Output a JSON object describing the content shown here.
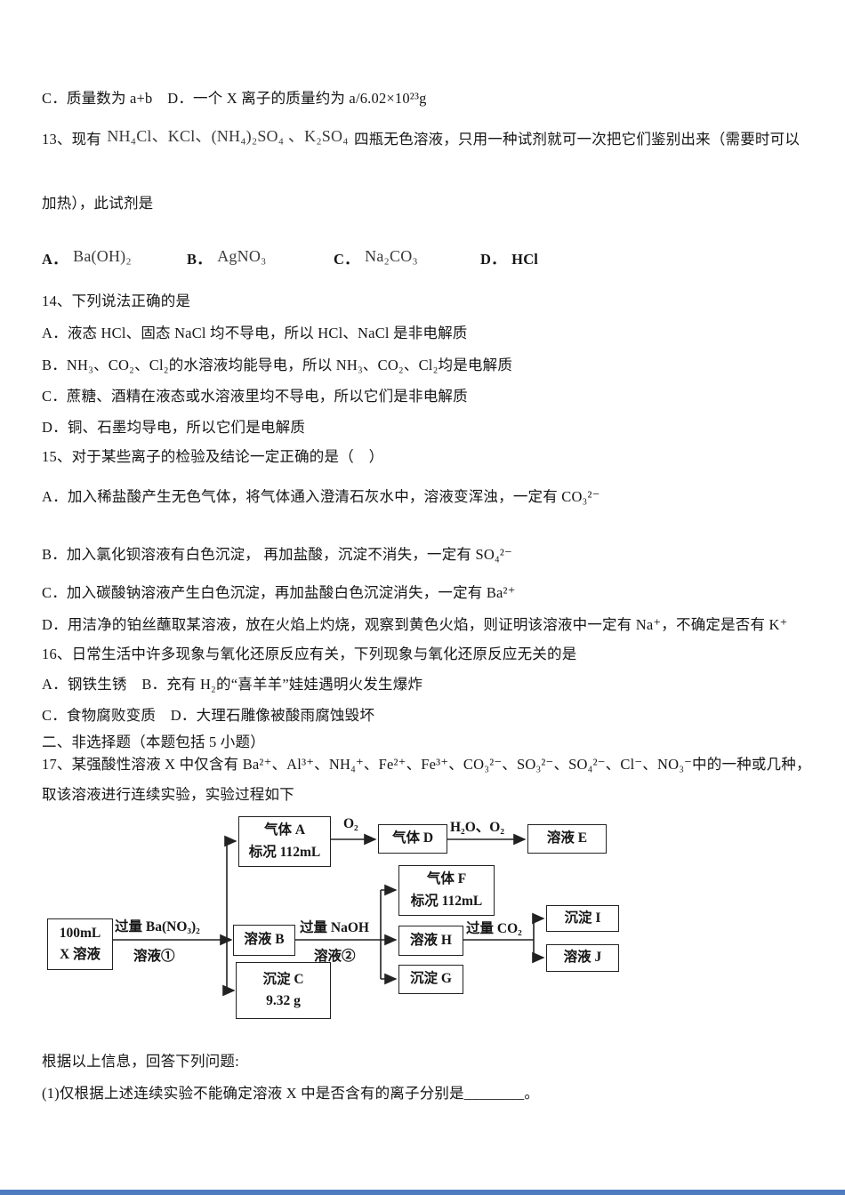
{
  "doc": {
    "prelude": "C．质量数为 a+b　D．一个 X 离子的质量约为 a/6.02×10²³g",
    "q13": {
      "stem_pre": "13、现有",
      "stem_formulas": "NH₄Cl、KCl、(NH₄)₂SO₄ 、K₂SO₄",
      "stem_post": "四瓶无色溶液，只用一种试剂就可一次把它们鉴别出来（需要时可以",
      "stem_line2": "加热），此试剂是",
      "options": [
        {
          "label": "A．",
          "formula": "Ba(OH)₂"
        },
        {
          "label": "B．",
          "formula": "AgNO₃"
        },
        {
          "label": "C．",
          "formula": "Na₂CO₃"
        },
        {
          "label": "D．",
          "formula": "HCl"
        }
      ]
    },
    "q14": {
      "stem": "14、下列说法正确的是",
      "options": [
        "A．液态 HCl、固态 NaCl 均不导电，所以 HCl、NaCl 是非电解质",
        "B．NH₃、CO₂、Cl₂的水溶液均能导电，所以 NH₃、CO₂、Cl₂均是电解质",
        "C．蔗糖、酒精在液态或水溶液里均不导电，所以它们是非电解质",
        "D．铜、石墨均导电，所以它们是电解质"
      ]
    },
    "q15": {
      "stem": "15、对于某些离子的检验及结论一定正确的是（　）",
      "options": [
        "A．加入稀盐酸产生无色气体，将气体通入澄清石灰水中，溶液变浑浊，一定有 CO₃²⁻",
        "B．加入氯化钡溶液有白色沉淀， 再加盐酸，沉淀不消失，一定有 SO₄²⁻",
        "C．加入碳酸钠溶液产生白色沉淀，再加盐酸白色沉淀消失，一定有 Ba²⁺",
        "D．用洁净的铂丝蘸取某溶液，放在火焰上灼烧，观察到黄色火焰，则证明该溶液中一定有 Na⁺，不确定是否有 K⁺"
      ]
    },
    "q16": {
      "stem": "16、日常生活中许多现象与氧化还原反应有关，下列现象与氧化还原反应无关的是",
      "options": [
        "A．钢铁生锈　B．充有 H₂的“喜羊羊”娃娃遇明火发生爆炸",
        "C．食物腐败变质　D．大理石雕像被酸雨腐蚀毁坏"
      ]
    },
    "section2_title": "二、非选择题（本题包括 5 小题）",
    "q17": {
      "stem": "17、某强酸性溶液 X 中仅含有 Ba²⁺、Al³⁺、NH₄⁺、Fe²⁺、Fe³⁺、CO₃²⁻、SO₃²⁻、SO₄²⁻、Cl⁻、NO₃⁻中的一种或几种，取该溶液进行连续实验，实验过程如下"
    },
    "flow": {
      "src_line1": "100mL",
      "src_line2": "X 溶液",
      "arrow1_top": "过量 Ba(NO₃)₂",
      "arrow1_bottom": "溶液①",
      "gasA_line1": "气体 A",
      "gasA_line2": "标况 112mL",
      "o2_label": "O₂",
      "gasD": "气体 D",
      "h2o_o2_label": "H₂O、O₂",
      "solE": "溶液 E",
      "solB": "溶液 B",
      "arrow2_top": "过量 NaOH",
      "arrow2_bottom": "溶液②",
      "gasF_line1": "气体 F",
      "gasF_line2": "标况 112mL",
      "solH": "溶液 H",
      "arrow3_top": "过量 CO₂",
      "pptI": "沉淀 I",
      "solJ": "溶液 J",
      "pptG": "沉淀 G",
      "pptC_line1": "沉淀 C",
      "pptC_line2": "9.32 g"
    },
    "closing": {
      "line1": "根据以上信息，回答下列问题:",
      "line2": "(1)仅根据上述连续实验不能确定溶液 X 中是否含有的离子分别是________。"
    }
  }
}
